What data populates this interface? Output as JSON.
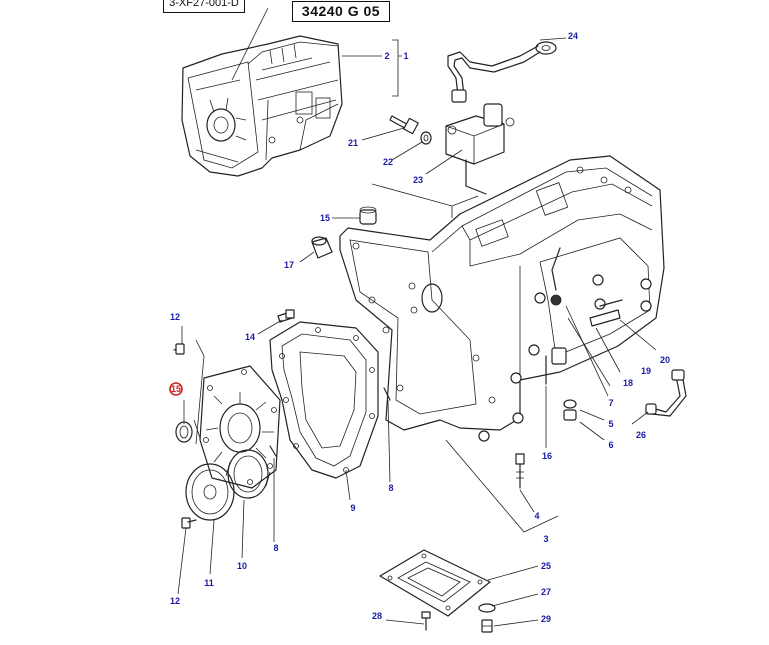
{
  "header": {
    "reference_code": "3-XF27-001-D",
    "group_code": "34240 G 05"
  },
  "colors": {
    "label": "#1a1aa6",
    "highlight": "#d42020",
    "line": "#222222"
  },
  "callouts": [
    {
      "id": "c24",
      "text": "24"
    },
    {
      "id": "c2",
      "text": "2"
    },
    {
      "id": "c1",
      "text": "1"
    },
    {
      "id": "c21",
      "text": "21"
    },
    {
      "id": "c22",
      "text": "22"
    },
    {
      "id": "c23",
      "text": "23"
    },
    {
      "id": "c15a",
      "text": "15"
    },
    {
      "id": "c17",
      "text": "17"
    },
    {
      "id": "c12a",
      "text": "12"
    },
    {
      "id": "c14",
      "text": "14"
    },
    {
      "id": "c15b",
      "text": "15",
      "highlighted": true
    },
    {
      "id": "c20",
      "text": "20"
    },
    {
      "id": "c18",
      "text": "18"
    },
    {
      "id": "c19",
      "text": "19"
    },
    {
      "id": "c7",
      "text": "7"
    },
    {
      "id": "c5",
      "text": "5"
    },
    {
      "id": "c6",
      "text": "6"
    },
    {
      "id": "c26",
      "text": "26"
    },
    {
      "id": "c16",
      "text": "16"
    },
    {
      "id": "c8a",
      "text": "8"
    },
    {
      "id": "c9",
      "text": "9"
    },
    {
      "id": "c4",
      "text": "4"
    },
    {
      "id": "c3",
      "text": "3"
    },
    {
      "id": "c8b",
      "text": "8"
    },
    {
      "id": "c10",
      "text": "10"
    },
    {
      "id": "c11",
      "text": "11"
    },
    {
      "id": "c12b",
      "text": "12"
    },
    {
      "id": "c25",
      "text": "25"
    },
    {
      "id": "c27",
      "text": "27"
    },
    {
      "id": "c28",
      "text": "28"
    },
    {
      "id": "c29",
      "text": "29"
    }
  ]
}
